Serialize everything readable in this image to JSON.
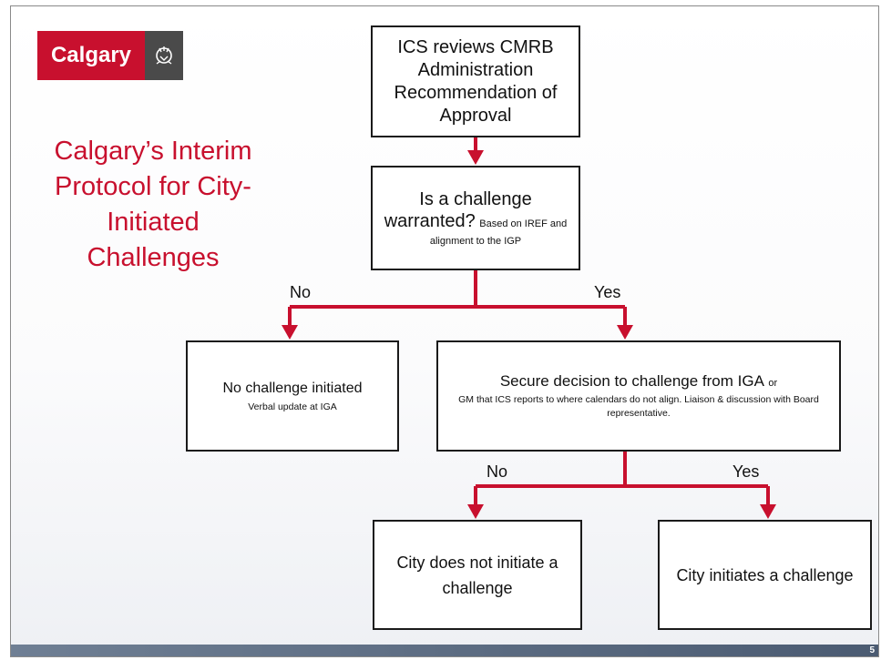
{
  "logo": {
    "text": "Calgary"
  },
  "title": "Calgary’s Interim Protocol for City-Initiated Challenges",
  "flow": {
    "review": {
      "text": "ICS reviews CMRB Administration Recommendation of Approval"
    },
    "warranted": {
      "main": "Is a challenge warranted?",
      "sub": "Based on IREF and alignment to the IGP"
    },
    "no_challenge": {
      "main": "No challenge initiated",
      "sub": "Verbal update at IGA"
    },
    "secure": {
      "main": "Secure decision to challenge from IGA",
      "main_small": "or",
      "sub": "GM that ICS reports to where calendars do not align. Liaison & discussion with Board representative."
    },
    "not_initiate": {
      "text": "City does not initiate a challenge"
    },
    "initiate": {
      "text": "City initiates a challenge"
    },
    "labels": {
      "no1": "No",
      "yes1": "Yes",
      "no2": "No",
      "yes2": "Yes"
    }
  },
  "footer": {
    "page": "5"
  },
  "colors": {
    "accent": "#c8102e",
    "box_border": "#1a1a1a",
    "footer": "#56667d"
  }
}
